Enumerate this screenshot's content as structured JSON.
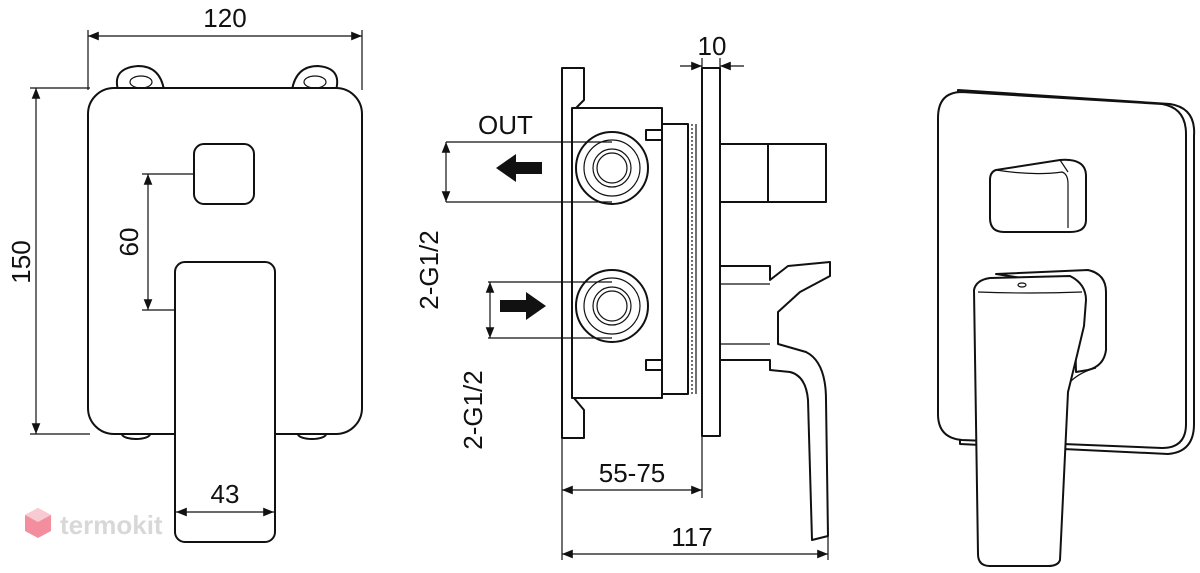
{
  "dimensions": {
    "width_120": "120",
    "height_150": "150",
    "offset_60": "60",
    "handle_43": "43",
    "depth_10": "10",
    "outlet_label": "OUT",
    "thread_top": "2-G1/2",
    "thread_bottom": "2-G1/2",
    "range_55_75": "55-75",
    "total_117": "117"
  },
  "watermark": {
    "brand": "termokit",
    "logo_color": "#e8334f"
  },
  "views": [
    "front-view",
    "side-view",
    "perspective-view"
  ]
}
